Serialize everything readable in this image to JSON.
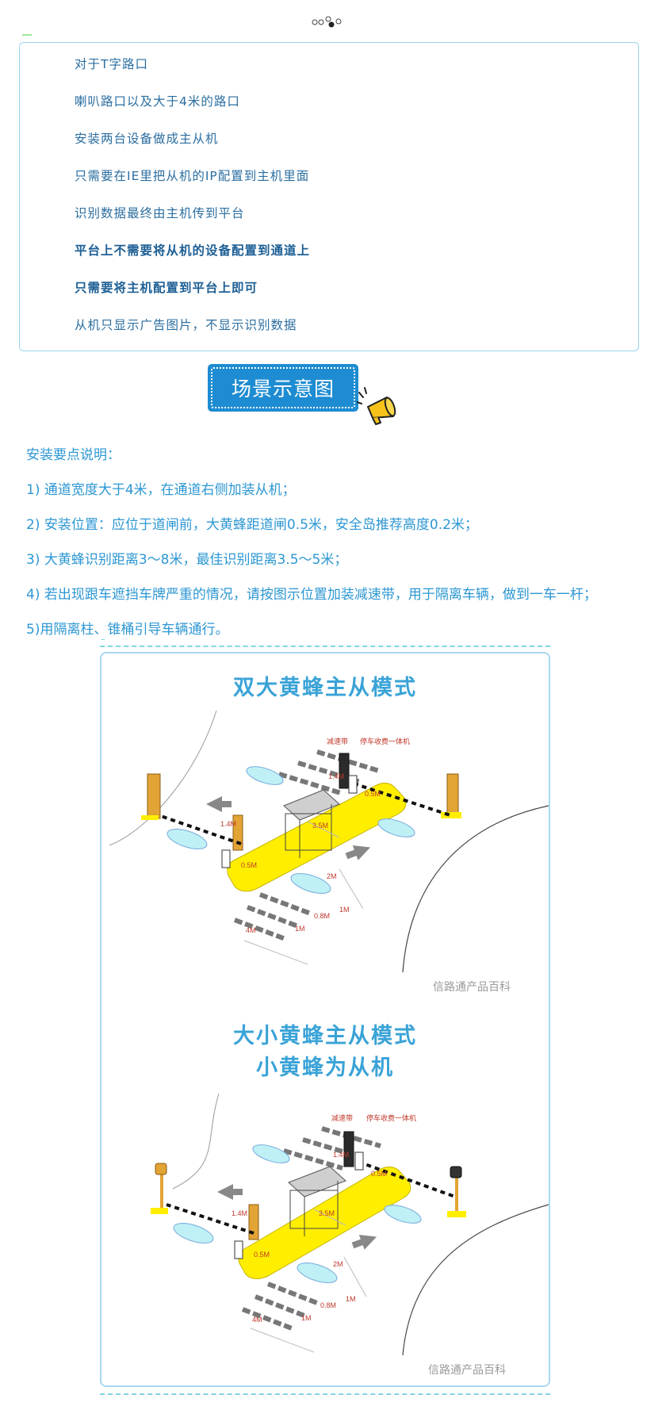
{
  "colors": {
    "accent": "#1e8cd2",
    "text_blue": "#2d97d3",
    "frame": "#a9d8f2",
    "road_yellow": "#ffee00"
  },
  "notes": [
    "对于T字路口",
    "喇叭路口以及大于4米的路口",
    "安装两台设备做成主从机",
    "只需要在IE里把从机的IP配置到主机里面",
    "识别数据最终由主机传到平台",
    "平台上不需要将从机的设备配置到通道上",
    "只需要将主机配置到平台上即可",
    "从机只显示广告图片，不显示识别数据"
  ],
  "scene_button": {
    "label": "场景示意图",
    "icon": "megaphone-icon"
  },
  "instructions": [
    "安装要点说明：",
    "1) 通道宽度大于4米，在通道右侧加装从机；",
    "2) 安装位置：应位于道闸前，大黄蜂距道闸0.5米，安全岛推荐高度0.2米；",
    "3) 大黄蜂识别距离3～8米，最佳识别距离3.5～5米；",
    "4) 若出现跟车遮挡车牌严重的情况，请按图示位置加装减速带，用于隔离车辆，做到一车一杆；",
    "5)用隔离柱、锥桶引导车辆通行。"
  ],
  "diagram1": {
    "title": "双大黄蜂主从模式",
    "labels": {
      "speed_bump": "减速带",
      "kiosk": "停车收费一体机",
      "d14a": "1.4M",
      "d14b": "1.4M",
      "d35": "3.5M",
      "d05a": "0.5M",
      "d05b": "0.5M",
      "d2": "2M",
      "d08": "0.8M",
      "d1a": "1M",
      "d1b": "1M",
      "d4": "4M"
    },
    "watermark": "信路通产品百科"
  },
  "diagram2": {
    "title_line1": "大小黄蜂主从模式",
    "title_line2": "小黄蜂为从机",
    "labels": {
      "speed_bump": "减速带",
      "kiosk": "停车收费一体机",
      "d14a": "1.4M",
      "d14b": "1.4M",
      "d35": "3.5M",
      "d05a": "0.5M",
      "d05b": "0.5M",
      "d2": "2M",
      "d08": "0.8M",
      "d1a": "1M",
      "d1b": "1M",
      "d4": "4M"
    },
    "watermark": "信路通产品百科"
  }
}
